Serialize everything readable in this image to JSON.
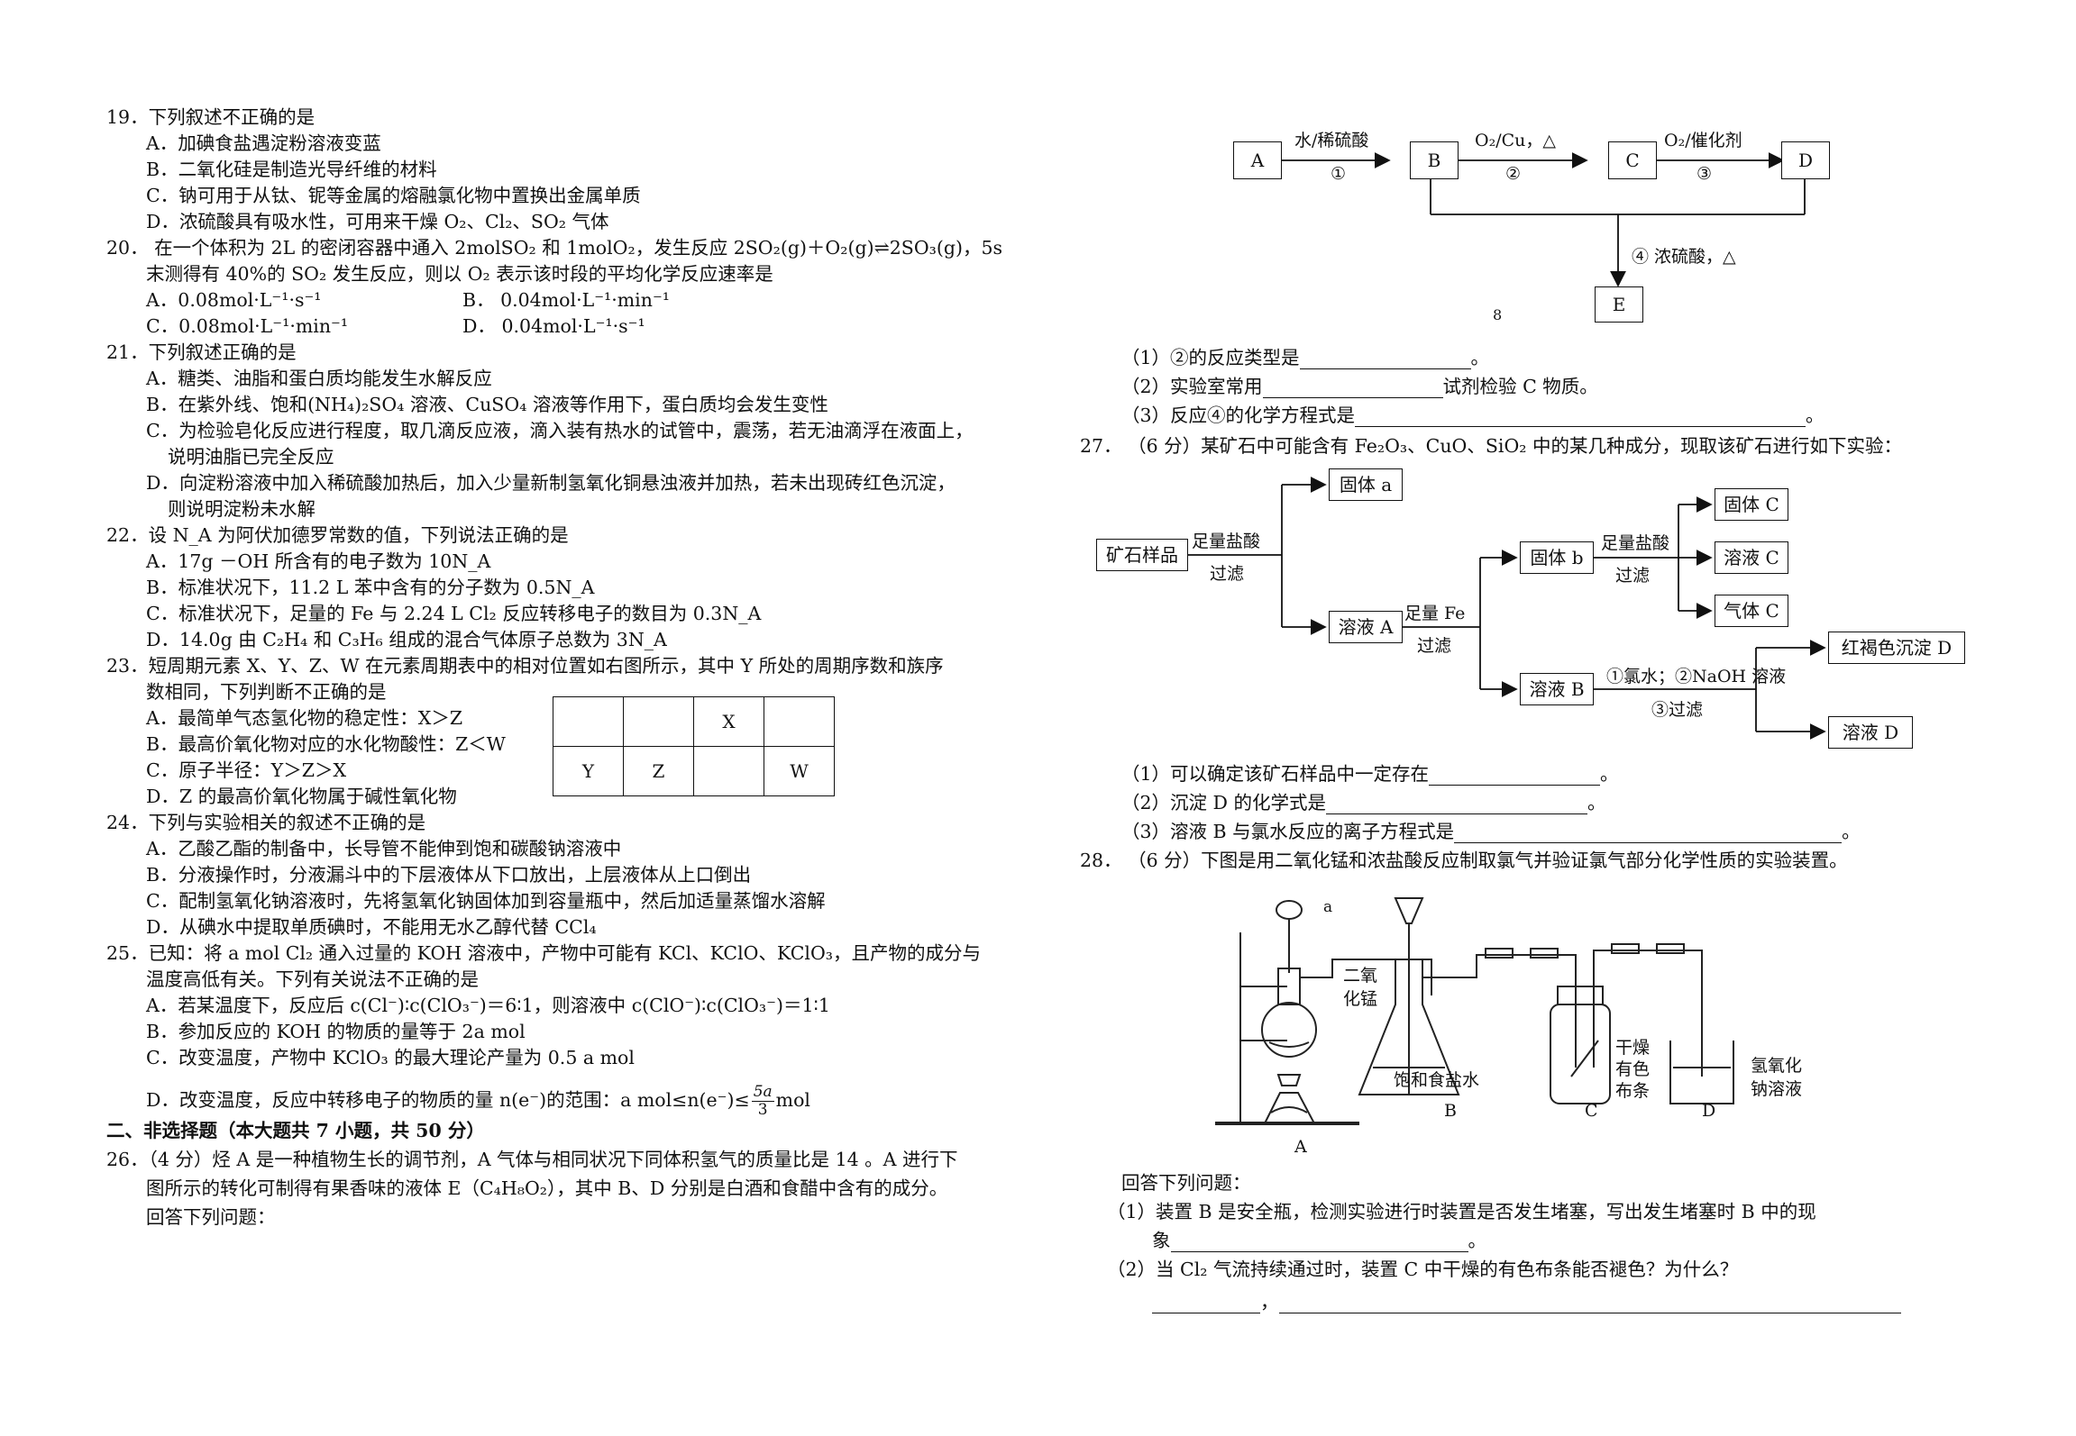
{
  "left": {
    "q19": {
      "stem": "19．下列叙述不正确的是",
      "options": [
        "A．加碘食盐遇淀粉溶液变蓝",
        "B．二氧化硅是制造光导纤维的材料",
        "C．钠可用于从钛、铌等金属的熔融氯化物中置换出金属单质",
        "D．浓硫酸具有吸水性，可用来干燥 O₂、Cl₂、SO₂ 气体"
      ]
    },
    "q20": {
      "stem": "20． 在一个体积为 2L 的密闭容器中通入 2molSO₂ 和 1molO₂，发生反应 2SO₂(g)＋O₂(g)⇌2SO₃(g)，5s",
      "stem2": "末测得有 40%的 SO₂ 发生反应，则以 O₂ 表示该时段的平均化学反应速率是",
      "options": [
        "A．0.08mol·L⁻¹·s⁻¹",
        "B． 0.04mol·L⁻¹·min⁻¹",
        "C．0.08mol·L⁻¹·min⁻¹",
        "D． 0.04mol·L⁻¹·s⁻¹"
      ]
    },
    "q21": {
      "stem": "21．下列叙述正确的是",
      "options": [
        "A．糖类、油脂和蛋白质均能发生水解反应",
        "B．在紫外线、饱和(NH₄)₂SO₄ 溶液、CuSO₄ 溶液等作用下，蛋白质均会发生变性",
        "C．为检验皂化反应进行程度，取几滴反应液，滴入装有热水的试管中，震荡，若无油滴浮在液面上，",
        "说明油脂已完全反应",
        "D．向淀粉溶液中加入稀硫酸加热后，加入少量新制氢氧化铜悬浊液并加热，若未出现砖红色沉淀，",
        "则说明淀粉未水解"
      ]
    },
    "q22": {
      "stem": "22．设 N_A 为阿伏加德罗常数的值，下列说法正确的是",
      "options": [
        "A．17g －OH 所含有的电子数为 10N_A",
        "B．标准状况下，11.2 L 苯中含有的分子数为 0.5N_A",
        "C．标准状况下，足量的 Fe 与 2.24 L Cl₂ 反应转移电子的数目为 0.3N_A",
        "D．14.0g 由 C₂H₄ 和 C₃H₆ 组成的混合气体原子总数为 3N_A"
      ]
    },
    "q23": {
      "stem": "23．短周期元素 X、Y、Z、W 在元素周期表中的相对位置如右图所示，其中 Y 所处的周期序数和族序",
      "stem2": "数相同，下列判断不正确的是",
      "options": [
        "A．最简单气态氢化物的稳定性：X＞Z",
        "B．最高价氧化物对应的水化物酸性：Z＜W",
        "C．原子半径：Y＞Z＞X",
        "D．Z 的最高价氧化物属于碱性氧化物"
      ],
      "table": [
        [
          "",
          "",
          "X",
          ""
        ],
        [
          "Y",
          "Z",
          "",
          "W"
        ]
      ]
    },
    "q24": {
      "stem": "24．下列与实验相关的叙述不正确的是",
      "options": [
        "A．乙酸乙酯的制备中，长导管不能伸到饱和碳酸钠溶液中",
        "B．分液操作时，分液漏斗中的下层液体从下口放出，上层液体从上口倒出",
        "C．配制氢氧化钠溶液时，先将氢氧化钠固体加到容量瓶中，然后加适量蒸馏水溶解",
        "D．从碘水中提取单质碘时，不能用无水乙醇代替 CCl₄"
      ]
    },
    "q25": {
      "stem": "25．已知：将 a mol Cl₂ 通入过量的 KOH 溶液中，产物中可能有 KCl、KClO、KClO₃，且产物的成分与",
      "stem2": "温度高低有关。下列有关说法不正确的是",
      "options": [
        "A．若某温度下，反应后 c(Cl⁻)∶c(ClO₃⁻)＝6∶1，则溶液中 c(ClO⁻)∶c(ClO₃⁻)＝1∶1",
        "B．参加反应的 KOH 的物质的量等于 2a mol",
        "C．改变温度，产物中 KClO₃ 的最大理论产量为 0.5 a mol",
        "D．改变温度，反应中转移电子的物质的量 n(e⁻)的范围：a mol≤n(e⁻)≤"
      ],
      "frac_num": "5a",
      "frac_den": "3",
      "frac_unit": "mol"
    },
    "section2": "二、非选择题（本大题共 7 小题，共 50 分）",
    "q26": {
      "stem": "26．（4 分）烃 A 是一种植物生长的调节剂，A 气体与相同状况下同体积氢气的质量比是 14 。A 进行下",
      "stem2": "图所示的转化可制得有果香味的液体 E（C₄H₈O₂），其中 B、D 分别是白酒和食醋中含有的成分。",
      "stem3": "回答下列问题："
    }
  },
  "right": {
    "flow26": {
      "nodes": [
        "A",
        "B",
        "C",
        "D",
        "E"
      ],
      "arrow1_top": "水/稀硫酸",
      "arrow1_bot": "①",
      "arrow2_top": "O₂/Cu，△",
      "arrow2_bot": "②",
      "arrow3_top": "O₂/催化剂",
      "arrow3_bot": "③",
      "arrow4": "④ 浓硫酸，△",
      "figno": "8"
    },
    "q26_parts": [
      "（1）②的反应类型是",
      "。",
      "（2）实验室常用",
      "试剂检验 C 物质。",
      "（3）反应④的化学方程式是",
      "。"
    ],
    "q27": {
      "stem": "27． （6 分）某矿石中可能含有 Fe₂O₃、CuO、SiO₂ 中的某几种成分，现取该矿石进行如下实验：",
      "nodes": {
        "sample": "矿石样品",
        "solid_a": "固体 a",
        "solution_a": "溶液 A",
        "solid_b": "固体 b",
        "solution_b": "溶液 B",
        "solid_c": "固体 C",
        "solution_c": "溶液 C",
        "gas_c": "气体 C",
        "ppt_d": "红褐色沉淀 D",
        "solution_d": "溶液 D"
      },
      "edge1_top": "足量盐酸",
      "edge1_bot": "过滤",
      "edge2_top": "足量 Fe",
      "edge2_bot": "过滤",
      "edge3_top": "足量盐酸",
      "edge3_bot": "过滤",
      "edge4_top": "①氯水；②NaOH 溶液",
      "edge4_bot": "③过滤",
      "parts": [
        "（1）可以确定该矿石样品中一定存在",
        "。",
        "（2）沉淀 D 的化学式是",
        "。",
        "（3）溶液 B 与氯水反应的离子方程式是",
        "。"
      ]
    },
    "q28": {
      "stem": "28． （6 分）下图是用二氧化锰和浓盐酸反应制取氯气并验证氯气部分化学性质的实验装置。",
      "labels": {
        "a": "a",
        "mno2_1": "二氧",
        "mno2_2": "化锰",
        "salt": "饱和食盐水",
        "dry1": "干燥",
        "dry2": "有色",
        "dry3": "布条",
        "naoh1": "氢氧化",
        "naoh2": "钠溶液",
        "A": "A",
        "B": "B",
        "C": "C",
        "D": "D"
      },
      "answer_intro": "回答下列问题：",
      "p1a": "（1）装置 B 是安全瓶，检测实验进行时装置是否发生堵塞，写出发生堵塞时 B 中的现",
      "p1b": "象",
      "p1c": "。",
      "p2": "（2）当 Cl₂ 气流持续通过时，装置 C 中干燥的有色布条能否褪色？为什么？",
      "p2comma": "，"
    }
  }
}
